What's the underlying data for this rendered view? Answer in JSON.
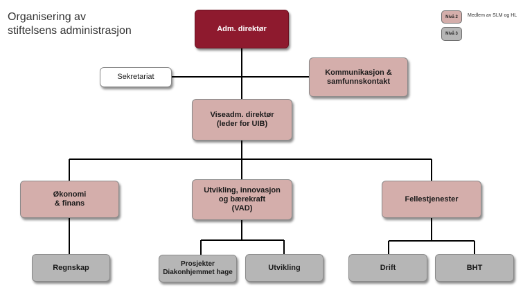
{
  "title": {
    "line1": "Organisering av",
    "line2": "stiftelsens administrasjon"
  },
  "legend": {
    "level2_label": "Nivå 2",
    "level2_description": "Medlem av SLM og HL",
    "level3_label": "Nivå 3"
  },
  "colors": {
    "level1": "#8e1a2e",
    "level2": "#d4aeab",
    "level3": "#b6b6b6",
    "staff": "#ffffff"
  },
  "nodes": {
    "adm_direktor": "Adm. direktør",
    "sekretariat": "Sekretariat",
    "kommunikasjon": "Kommunikasjon &\nsamfunnskontakt",
    "viseadm": "Viseadm. direktør\n(leder for UIB)",
    "okonomi": "Økonomi\n& finans",
    "utvikling_vad": "Utvikling, innovasjon\nog bærekraft\n(VAD)",
    "fellestjenester": "Fellestjenester",
    "regnskap": "Regnskap",
    "prosjekter": "Prosjekter\nDiakonhjemmet hage",
    "utvikling": "Utvikling",
    "drift": "Drift",
    "bht": "BHT"
  }
}
